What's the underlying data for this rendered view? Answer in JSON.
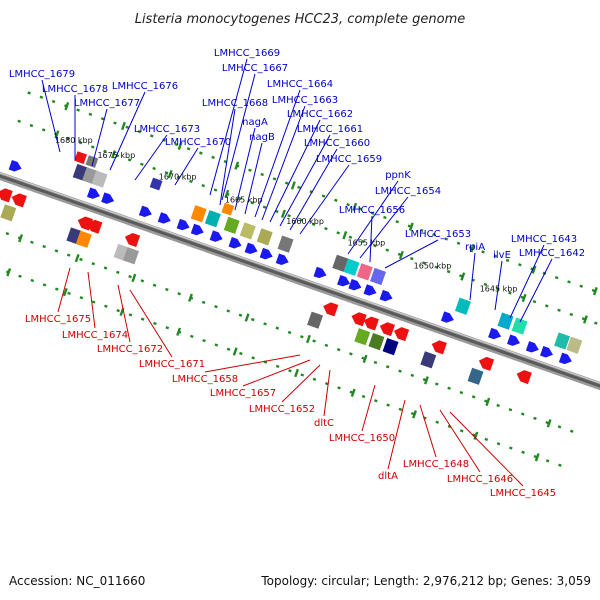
{
  "title": "Listeria monocytogenes HCC23, complete genome",
  "footer": {
    "accession": "Accession: NC_011660",
    "summary": "Topology: circular; Length: 2,976,212 bp; Genes: 3,059"
  },
  "colors": {
    "forward_label": "#0000cc",
    "reverse_label": "#cc0000",
    "forward_arrow": "#1a1aee",
    "reverse_arrow": "#ee1111",
    "backbone": "#888888",
    "ticks": "#228822"
  },
  "tick_labels": [
    "1680 kbp",
    "1675 kbp",
    "1670 kbp",
    "1665 kbp",
    "1660 kbp",
    "1655 kbp",
    "1650 kbp",
    "1645 kbp"
  ],
  "forward_labels": [
    "LMHCC_1679",
    "LMHCC_1678",
    "LMHCC_1677",
    "LMHCC_1676",
    "LMHCC_1673",
    "LMHCC_1670",
    "LMHCC_1669",
    "LMHCC_1667",
    "LMHCC_1668",
    "nagA",
    "nagB",
    "LMHCC_1664",
    "LMHCC_1663",
    "LMHCC_1662",
    "LMHCC_1661",
    "LMHCC_1660",
    "LMHCC_1659",
    "ppnK",
    "LMHCC_1654",
    "LMHCC_1656",
    "LMHCC_1653",
    "rpiA",
    "ilvE",
    "LMHCC_1643",
    "LMHCC_1642"
  ],
  "reverse_labels": [
    "LMHCC_1675",
    "LMHCC_1674",
    "LMHCC_1672",
    "LMHCC_1671",
    "LMHCC_1658",
    "LMHCC_1657",
    "LMHCC_1652",
    "dltC",
    "LMHCC_1650",
    "dltA",
    "LMHCC_1648",
    "LMHCC_1646",
    "LMHCC_1645"
  ]
}
